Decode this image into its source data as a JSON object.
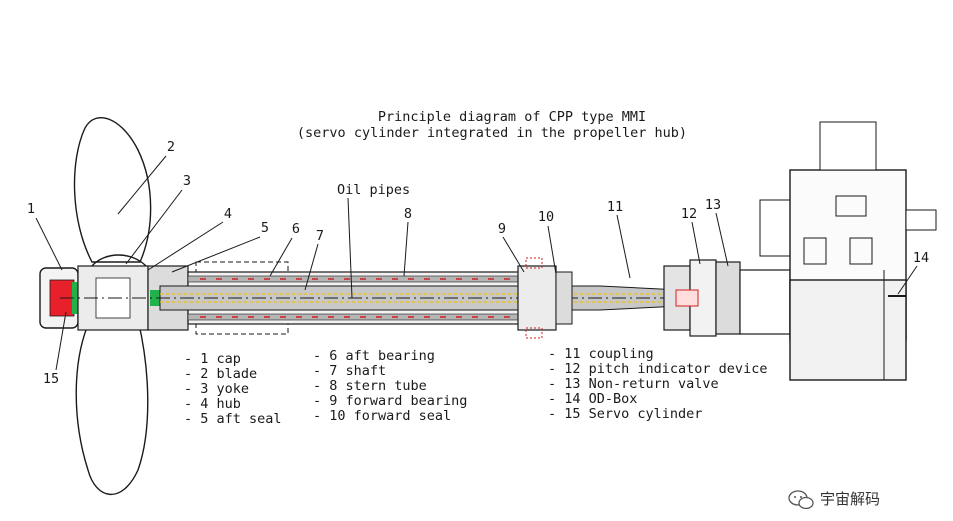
{
  "title": {
    "line1": "Principle diagram of CPP type MMI",
    "line2": "(servo cylinder integrated in the propeller hub)"
  },
  "oil_pipes_label": "Oil pipes",
  "callouts": [
    "1",
    "2",
    "3",
    "4",
    "5",
    "6",
    "7",
    "8",
    "9",
    "10",
    "11",
    "12",
    "13",
    "14",
    "15"
  ],
  "legend": {
    "col1": [
      "- 1 cap",
      "- 2 blade",
      "- 3 yoke",
      "- 4 hub",
      "- 5 aft seal"
    ],
    "col2": [
      "- 6 aft bearing",
      "- 7 shaft",
      "- 8 stern tube",
      "- 9 forward bearing",
      "- 10 forward seal"
    ],
    "col3": [
      "- 11 coupling",
      "- 12 pitch indicator device",
      "- 13 Non-return valve",
      "- 14 OD-Box",
      "- 15 Servo cylinder"
    ]
  },
  "watermark": {
    "text": "宇宙解码"
  },
  "colors": {
    "ink": "#1a1a1a",
    "shaft": "#c8c8c8",
    "tube": "#b5b5b5",
    "servo": "#e8202a",
    "seal_green": "#22b24c",
    "pipe_red": "#d02020",
    "pipe_yellow": "#e8c020"
  }
}
